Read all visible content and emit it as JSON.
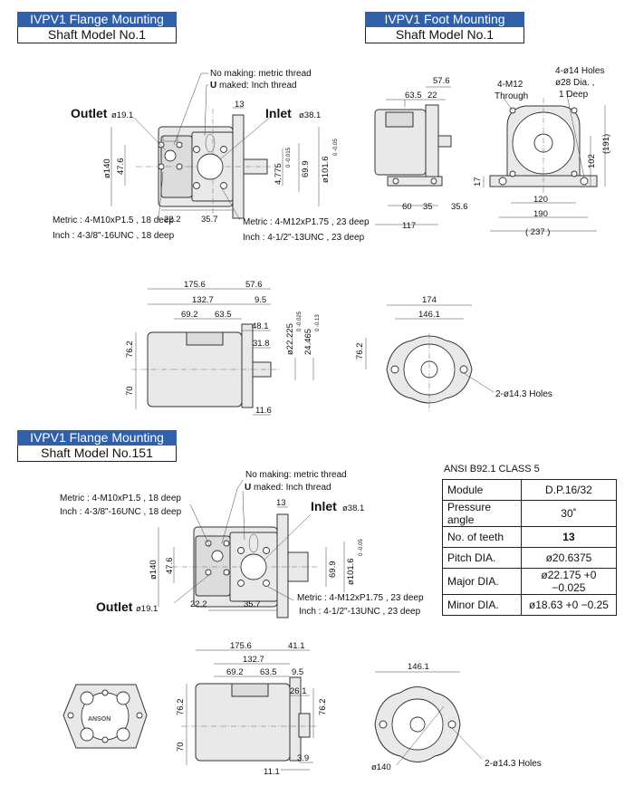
{
  "sections": {
    "flange1": {
      "title": "IVPV1 Flange Mounting",
      "subtitle": "Shaft Model No.1"
    },
    "foot1": {
      "title": "IVPV1 Foot Mounting",
      "subtitle": "Shaft Model No.1"
    },
    "flange151": {
      "title": "IVPV1 Flange Mounting",
      "subtitle": "Shaft Model No.151"
    }
  },
  "labels": {
    "outlet": "Outlet",
    "outlet_dia": "ø19.1",
    "inlet": "Inlet",
    "inlet_dia": "ø38.1",
    "no_making": "No making: metric thread",
    "u_letter": "U",
    "u_maked": " maked: Inch thread",
    "metric_outlet": "Metric : 4-M10xP1.5 , 18 deep",
    "inch_outlet": "Inch : 4-3/8\"-16UNC , 18 deep",
    "metric_inlet": "Metric : 4-M12xP1.75 , 23 deep",
    "inch_inlet": "Inch : 4-1/2\"-13UNC , 23 deep",
    "m12_through_1": "4-M12",
    "m12_through_2": "Through",
    "holes14_1": "4-ø14 Holes",
    "holes14_2": "ø28 Dia. ,",
    "holes14_3": "1 Deep",
    "holes143": "2-ø14.3 Holes",
    "brand": "ANSON"
  },
  "dims_top_left": {
    "d13": "13",
    "d140": "ø140",
    "d47_6": "47.6",
    "d22_2": "22.2",
    "d35_7": "35.7",
    "d4775": "4.775",
    "d4775_tol": "0 -0.015",
    "d69_9": "69.9",
    "d101_6": "ø101.6",
    "d101_6_tol": "0 -0.05"
  },
  "dims_top_right": {
    "d57_6": "57.6",
    "d63_5": "63.5",
    "d22": "22",
    "d17": "17",
    "d60": "60",
    "d35": "35",
    "d35_6": "35.6",
    "d117": "117",
    "d120": "120",
    "d190": "190",
    "d237": "( 237 )",
    "d102": "102",
    "d191": "(191)"
  },
  "dims_mid": {
    "d175_6": "175.6",
    "d57_6": "57.6",
    "d132_7": "132.7",
    "d9_5": "9.5",
    "d69_2": "69.2",
    "d63_5": "63.5",
    "d48_1": "48.1",
    "d31_8": "31.8",
    "d76_2": "76.2",
    "d70": "70",
    "d11_6": "11.6",
    "d22_225": "ø22.225",
    "d22_225_tol": "0 -0.025",
    "d24_465": "24.465",
    "d24_465_tol": "0 -0.13",
    "d174": "174",
    "d146_1": "146.1"
  },
  "dims_151": {
    "d13": "13",
    "d140": "ø140",
    "d47_6": "47.6",
    "d22_2": "22.2",
    "d35_7": "35.7",
    "d69_9": "69.9",
    "d101_6": "ø101.6",
    "d101_6_tol": "0 -0.05"
  },
  "dims_bottom": {
    "d175_6": "175.6",
    "d41_1": "41.1",
    "d132_7": "132.7",
    "d69_2": "69.2",
    "d63_5": "63.5",
    "d9_5": "9.5",
    "d26_1": "26.1",
    "d76_2a": "76.2",
    "d76_2b": "76.2",
    "d70": "70",
    "d3_9": "3.9",
    "d11_1": "11.1",
    "d146_1": "146.1",
    "d140": "ø140"
  },
  "spec": {
    "caption": "ANSI  B92.1 CLASS 5",
    "rows": [
      {
        "label": "Module",
        "value": "D.P.16/32"
      },
      {
        "label": "Pressure angle",
        "value": "30˚"
      },
      {
        "label": "No. of teeth",
        "value": "13"
      },
      {
        "label": "Pitch DIA.",
        "value": "ø20.6375"
      },
      {
        "label": "Major DIA.",
        "value": "ø22.175 +0 −0.025"
      },
      {
        "label": "Minor DIA.",
        "value": "ø18.63 +0 −0.25"
      }
    ]
  },
  "colors": {
    "title_bar": "#2f60a8",
    "title_text": "#ffffff"
  }
}
